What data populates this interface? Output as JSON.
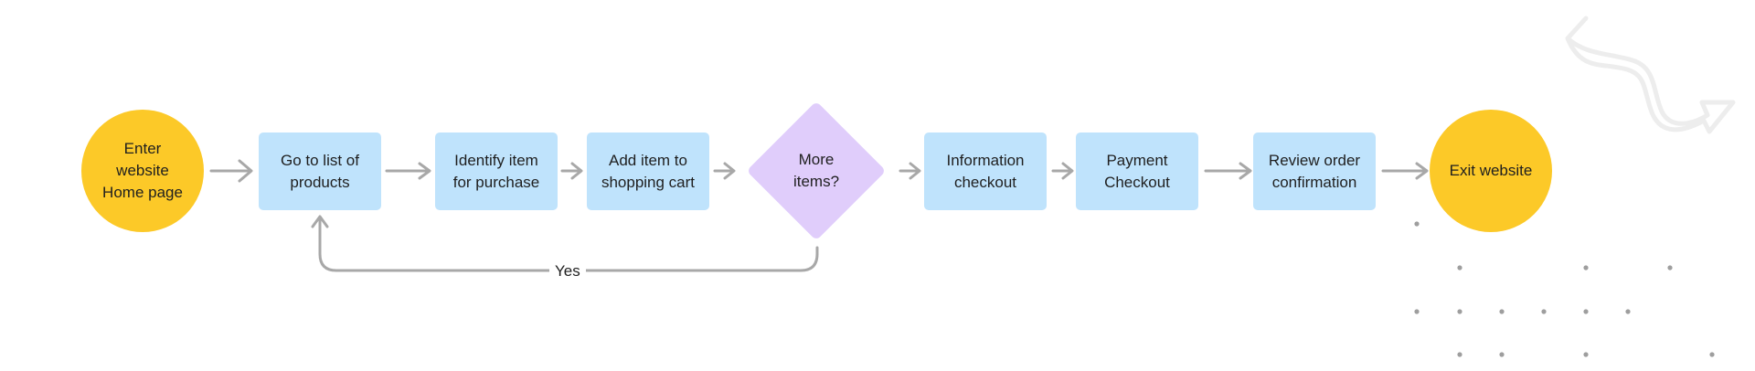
{
  "diagram": {
    "nodes": {
      "start": {
        "label": "Enter\nwebsite\nHome page",
        "shape": "circle",
        "color": "#fcc928"
      },
      "list": {
        "label": "Go to list of\nproducts",
        "shape": "rect",
        "color": "#bfe3fc"
      },
      "identify": {
        "label": "Identify item\nfor purchase",
        "shape": "rect",
        "color": "#bfe3fc"
      },
      "add": {
        "label": "Add item to\nshopping cart",
        "shape": "rect",
        "color": "#bfe3fc"
      },
      "decision": {
        "label": "More\nitems?",
        "shape": "diamond",
        "color": "#e0cdfb"
      },
      "info": {
        "label": "Information\ncheckout",
        "shape": "rect",
        "color": "#bfe3fc"
      },
      "payment": {
        "label": "Payment\nCheckout",
        "shape": "rect",
        "color": "#bfe3fc"
      },
      "review": {
        "label": "Review order\nconfirmation",
        "shape": "rect",
        "color": "#bfe3fc"
      },
      "exit": {
        "label": "Exit website",
        "shape": "circle",
        "color": "#fcc928"
      }
    },
    "edges": [
      {
        "from": "start",
        "to": "list"
      },
      {
        "from": "list",
        "to": "identify"
      },
      {
        "from": "identify",
        "to": "add"
      },
      {
        "from": "add",
        "to": "decision"
      },
      {
        "from": "decision",
        "to": "info"
      },
      {
        "from": "info",
        "to": "payment"
      },
      {
        "from": "payment",
        "to": "review"
      },
      {
        "from": "review",
        "to": "exit"
      },
      {
        "from": "decision",
        "to": "list",
        "label": "Yes"
      }
    ],
    "connector_color": "#a8a8a8",
    "decoration_color": "#ededed",
    "dot_color": "#9e9e9e"
  }
}
